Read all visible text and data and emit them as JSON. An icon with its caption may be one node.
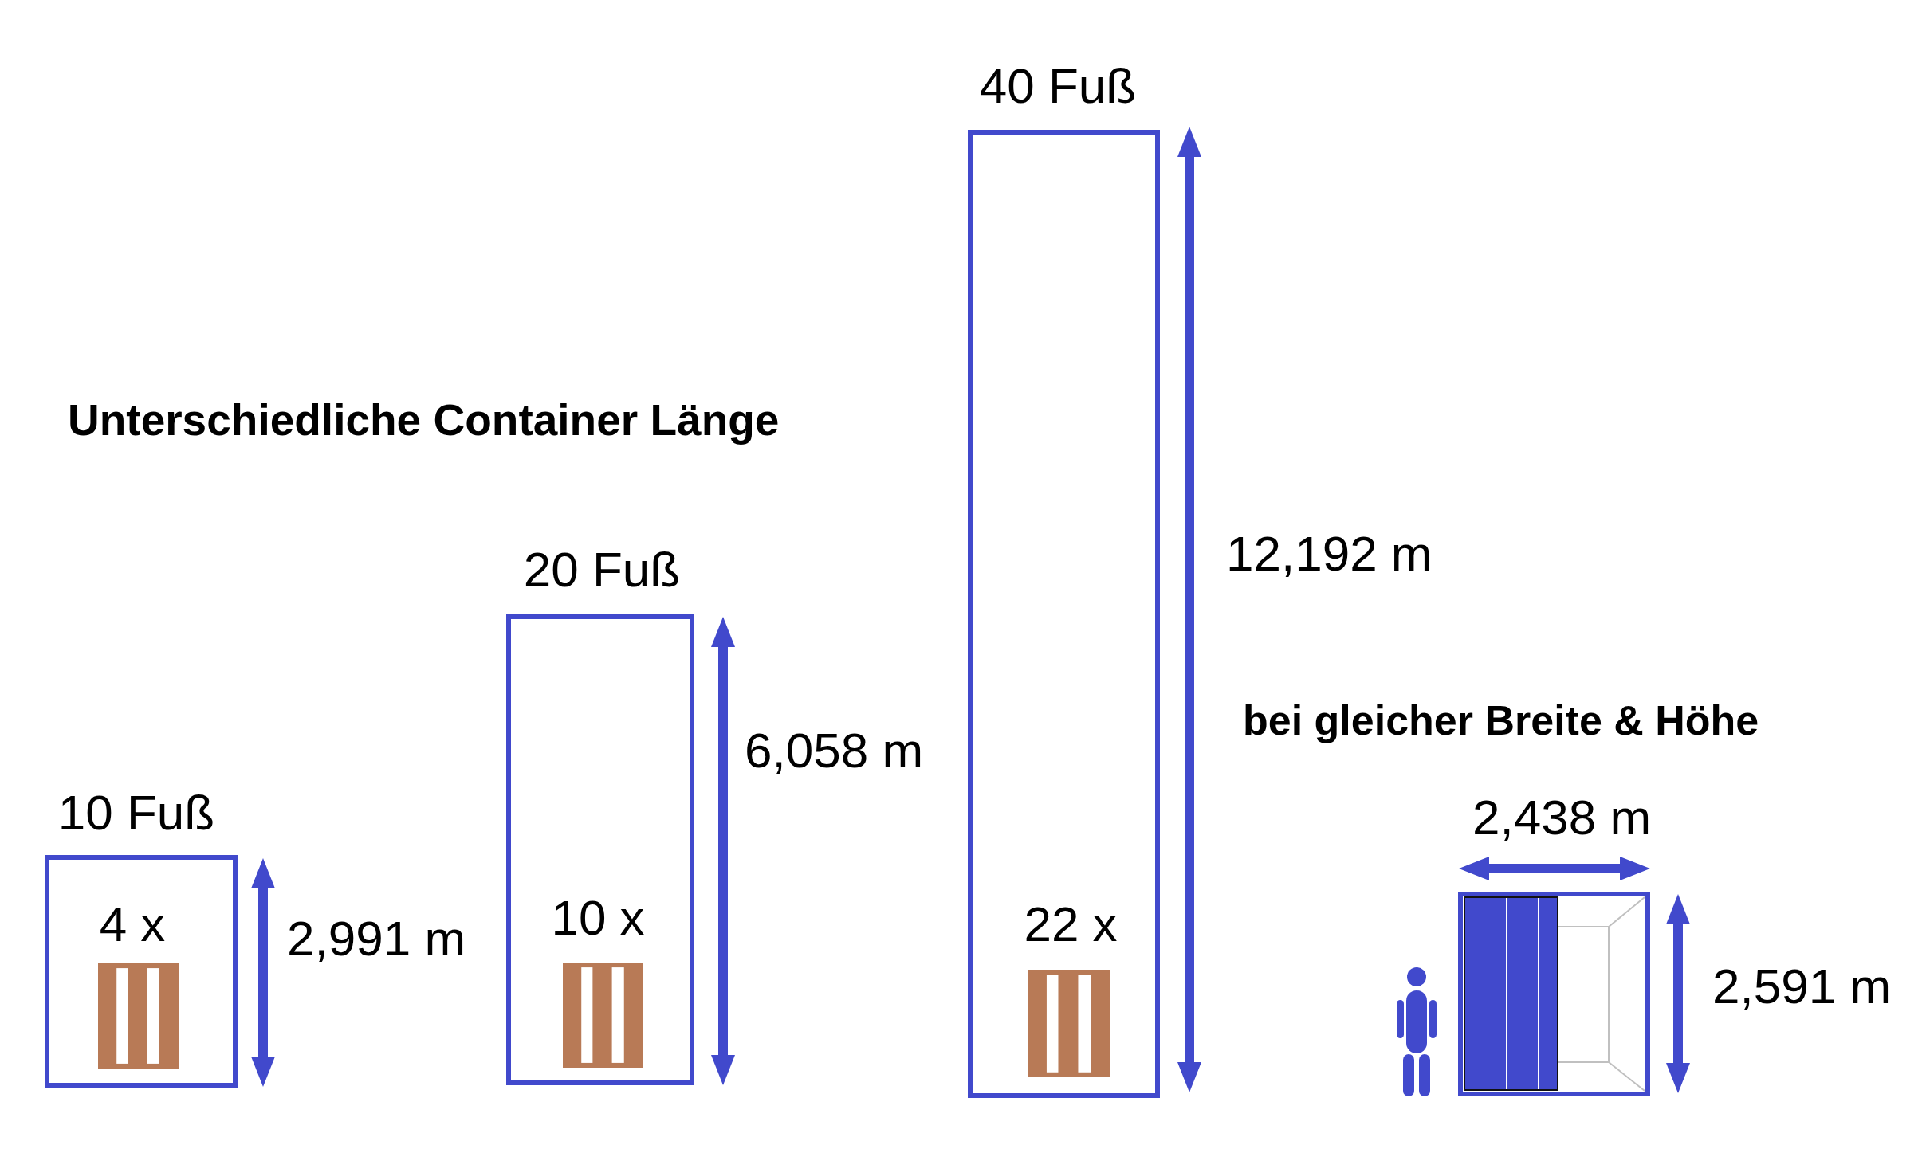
{
  "diagram": {
    "title": "Unterschiedliche Container Länge",
    "nodes": [
      {
        "text": [
          "10 Fuß",
          "4 x"
        ]
      },
      {
        "text": [
          "20 Fuß",
          "10 x"
        ]
      },
      {
        "text": [
          "40 Fuß",
          "22 x"
        ]
      },
      {
        "text": [],
        "shape": "box"
      }
    ],
    "labels": [
      "12,192 m",
      "bei gleicher Breite & Höhe",
      "6,058 m",
      "2,438 m",
      "2,991 m",
      "2,591 m"
    ]
  }
}
